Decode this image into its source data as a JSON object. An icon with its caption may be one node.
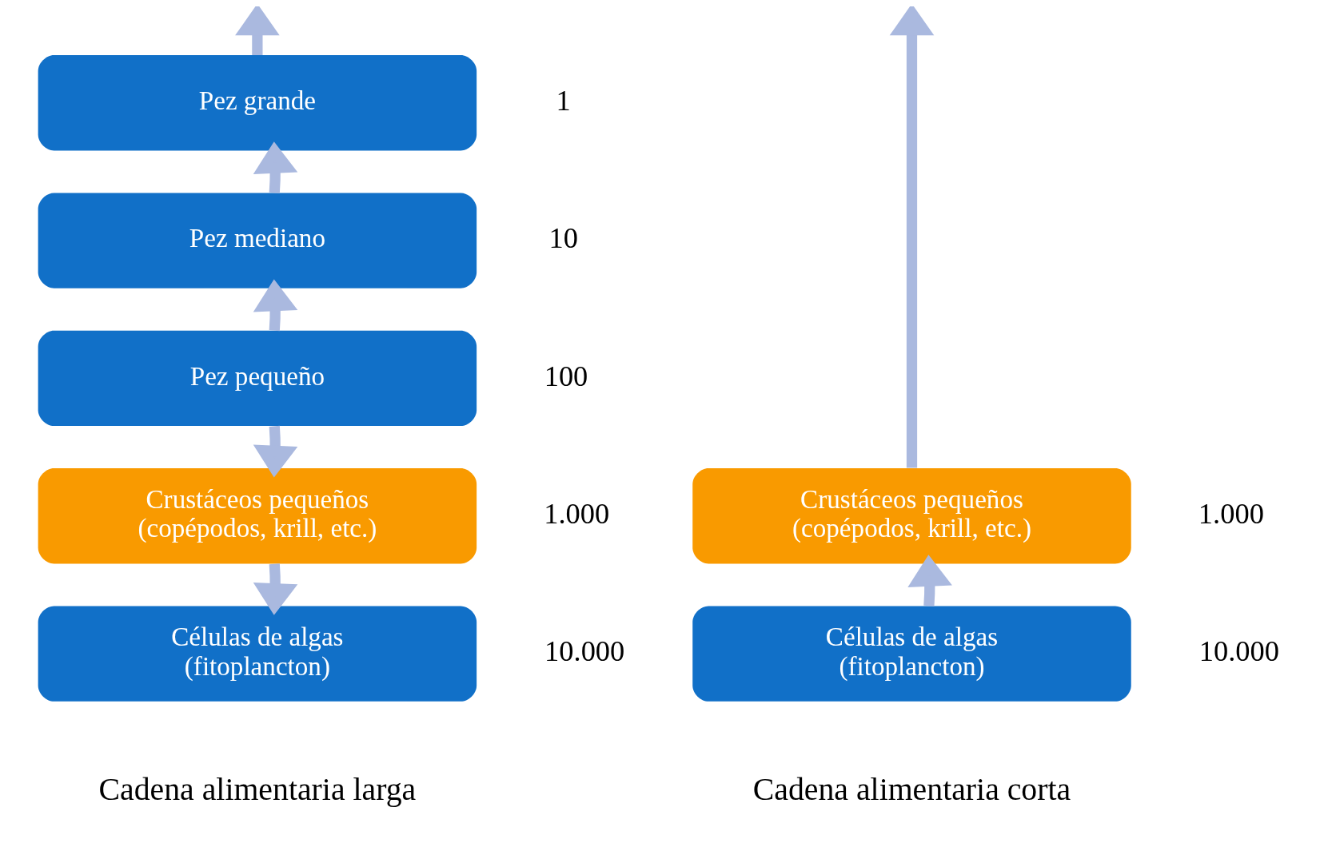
{
  "diagram": {
    "nodes": [
      {
        "text": [
          "Pez grande"
        ],
        "beside": [
          "1"
        ]
      },
      {
        "text": [
          "Pez mediano"
        ],
        "beside": [
          "10"
        ]
      },
      {
        "text": [
          "Pez pequeño"
        ],
        "beside": [
          "100"
        ]
      },
      {
        "text": [
          "Crustáceos pequeños (copépodos, krill, etc.)"
        ],
        "beside": [
          "1.000"
        ]
      },
      {
        "text": [
          "Células de algas (fitoplancton)"
        ],
        "beside": [
          "10.000"
        ]
      },
      {
        "text": [
          "Crustáceos pequeños (copépodos, krill, etc.)"
        ],
        "beside": [
          "1.000"
        ]
      },
      {
        "text": [
          "Células de algas (fitoplancton)"
        ],
        "beside": [
          "10.000"
        ]
      }
    ],
    "edges": [
      {
        "from": 0,
        "to": null,
        "arrow": "to"
      },
      {
        "from": 1,
        "to": 0,
        "arrow": "to"
      },
      {
        "from": 2,
        "to": 1,
        "arrow": "to"
      },
      {
        "from": 2,
        "to": 3,
        "arrow": "to"
      },
      {
        "from": 3,
        "to": 4,
        "arrow": "to"
      },
      {
        "from": 5,
        "to": null,
        "arrow": "to"
      },
      {
        "from": 6,
        "to": 5,
        "arrow": "to"
      }
    ],
    "labels": [
      "Cadena alimentaria larga",
      "Cadena alimentaria corta"
    ]
  }
}
